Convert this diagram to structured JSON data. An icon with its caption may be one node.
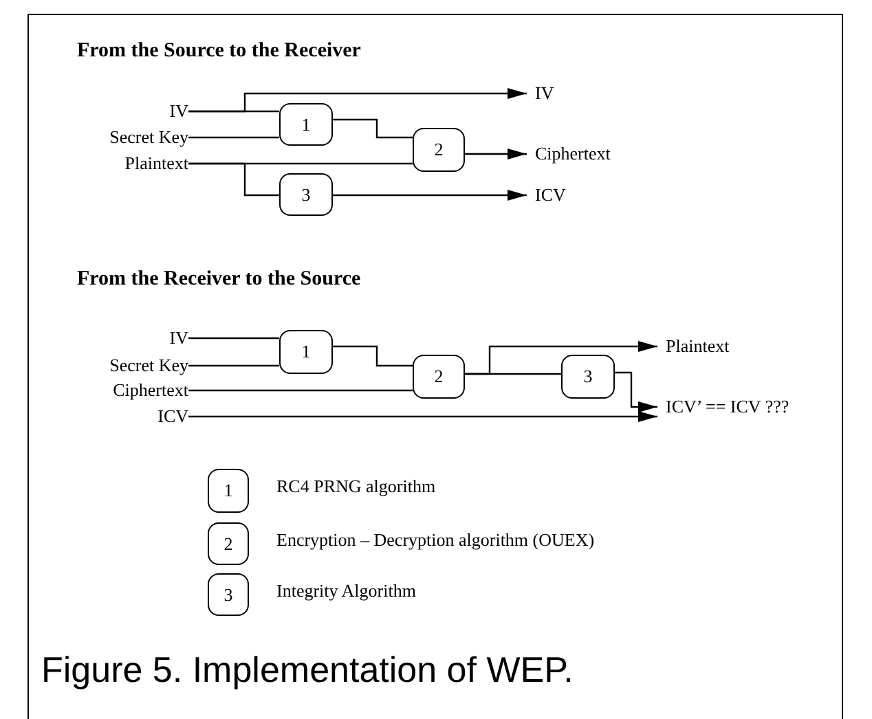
{
  "diagram": {
    "caption": "Figure 5. Implementation of WEP.",
    "nodes": [
      {
        "text": [
          "IV"
        ]
      },
      {
        "text": [
          "Secret Key"
        ]
      },
      {
        "text": [
          "Plaintext"
        ]
      },
      {
        "text": [
          "1"
        ]
      },
      {
        "text": [
          "2"
        ]
      },
      {
        "text": [
          "3"
        ]
      },
      {
        "text": [
          "IV"
        ]
      },
      {
        "text": [
          "Ciphertext"
        ]
      },
      {
        "text": [
          "ICV"
        ]
      },
      {
        "text": [
          "IV"
        ]
      },
      {
        "text": [
          "Secret Key"
        ]
      },
      {
        "text": [
          "Ciphertext"
        ]
      },
      {
        "text": [
          "ICV"
        ]
      },
      {
        "text": [
          "1"
        ]
      },
      {
        "text": [
          "2"
        ]
      },
      {
        "text": [
          "3"
        ]
      },
      {
        "text": [
          "Plaintext"
        ]
      },
      {
        "text": [
          "ICV’ == ICV ???"
        ]
      },
      {
        "text": [
          "1"
        ],
        "beside": [
          "RC4 PRNG algorithm"
        ]
      },
      {
        "text": [
          "2"
        ],
        "beside": [
          "Encryption – Decryption algorithm (OUEX)"
        ]
      },
      {
        "text": [
          "3"
        ],
        "beside": [
          "Integrity Algorithm"
        ]
      }
    ],
    "edges": [
      {
        "from": 0,
        "to": 3,
        "arrow": "none"
      },
      {
        "from": 0,
        "to": 6,
        "arrow": "to"
      },
      {
        "from": 1,
        "to": 3,
        "arrow": "none"
      },
      {
        "from": 3,
        "to": 4,
        "arrow": "none"
      },
      {
        "from": 2,
        "to": 4,
        "arrow": "none"
      },
      {
        "from": 2,
        "to": 5,
        "arrow": "none"
      },
      {
        "from": 4,
        "to": 7,
        "arrow": "to"
      },
      {
        "from": 5,
        "to": 8,
        "arrow": "to"
      },
      {
        "from": 9,
        "to": 13,
        "arrow": "none"
      },
      {
        "from": 10,
        "to": 13,
        "arrow": "none"
      },
      {
        "from": 13,
        "to": 14,
        "arrow": "none"
      },
      {
        "from": 11,
        "to": 14,
        "arrow": "none"
      },
      {
        "from": 14,
        "to": 16,
        "arrow": "to"
      },
      {
        "from": 14,
        "to": 15,
        "arrow": "none"
      },
      {
        "from": 15,
        "to": 17,
        "arrow": "to"
      },
      {
        "from": 12,
        "to": 17,
        "arrow": "to"
      }
    ],
    "labels": [
      "From the Source to the Receiver",
      "From the Receiver to the Source"
    ]
  }
}
